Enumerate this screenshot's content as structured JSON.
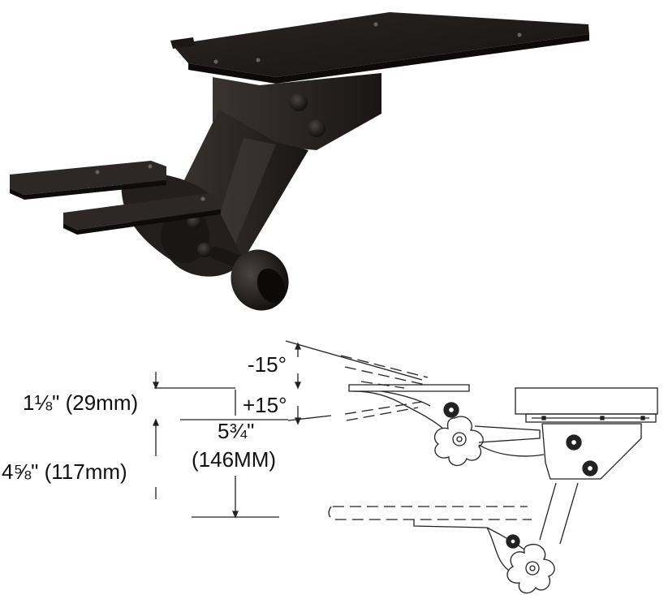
{
  "colors": {
    "metal_dark": "#1f1b19",
    "metal_mid": "#3a3330",
    "metal_light": "#5b524d",
    "line": "#222222",
    "text": "#111111"
  },
  "labels": {
    "angle_up": "-15°",
    "angle_down": "+15°",
    "width_imperial": "5¾\"",
    "width_metric": "(146MM)",
    "height_small": "1⅛\" (29mm)",
    "height_large": "4⅝\" (117mm)"
  }
}
